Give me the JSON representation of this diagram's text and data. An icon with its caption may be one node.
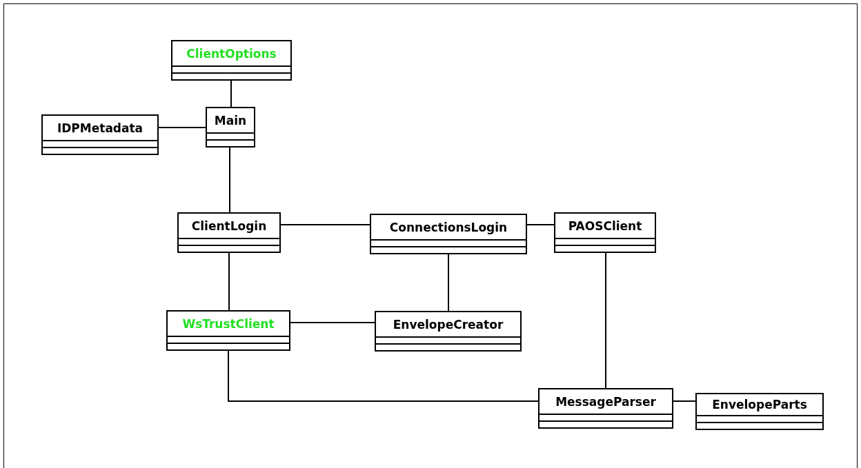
{
  "diagram": {
    "nodes": [
      {
        "text": [
          "ClientOptions"
        ]
      },
      {
        "text": [
          "Main"
        ]
      },
      {
        "text": [
          "IDPMetadata"
        ]
      },
      {
        "text": [
          "ClientLogin"
        ]
      },
      {
        "text": [
          "ConnectionsLogin"
        ]
      },
      {
        "text": [
          "PAOSClient"
        ]
      },
      {
        "text": [
          "WsTrustClient"
        ]
      },
      {
        "text": [
          "EnvelopeCreator"
        ]
      },
      {
        "text": [
          "MessageParser"
        ]
      },
      {
        "text": [
          "EnvelopeParts"
        ]
      }
    ],
    "edges": [
      {
        "from": 0,
        "to": 1,
        "arrow": "none"
      },
      {
        "from": 2,
        "to": 1,
        "arrow": "none"
      },
      {
        "from": 1,
        "to": 3,
        "arrow": "none"
      },
      {
        "from": 3,
        "to": 4,
        "arrow": "none"
      },
      {
        "from": 4,
        "to": 5,
        "arrow": "none"
      },
      {
        "from": 3,
        "to": 6,
        "arrow": "none"
      },
      {
        "from": 6,
        "to": 7,
        "arrow": "none"
      },
      {
        "from": 4,
        "to": 7,
        "arrow": "none"
      },
      {
        "from": 5,
        "to": 8,
        "arrow": "none"
      },
      {
        "from": 6,
        "to": 8,
        "arrow": "none"
      },
      {
        "from": 8,
        "to": 9,
        "arrow": "none"
      }
    ]
  }
}
